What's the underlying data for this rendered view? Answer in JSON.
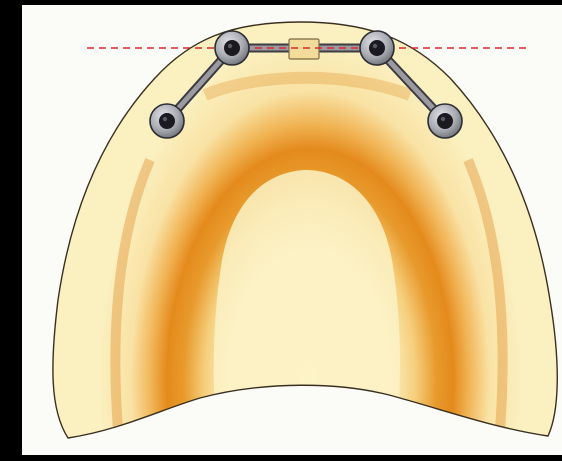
{
  "figure": {
    "colors": {
      "background": "#000000",
      "panel": "#fbfbf8",
      "palate_fill": "#fbf0c0",
      "palate_outline": "#3a3020",
      "ridge_orange": "#e48a1c",
      "ridge_light": "#f7e1a5",
      "bar_gray": "#8d8d93",
      "bar_dark": "#3c3c42",
      "implant_ring": "#a9abb2",
      "implant_core": "#1a1a1f",
      "clip_fill": "#f3dc99",
      "reference_line": "#d9282e"
    },
    "elements": {
      "palate": "edentulous-maxilla",
      "bar": "connecting-bar",
      "clip": "bar-clip",
      "implants": [
        "implant-1",
        "implant-2",
        "implant-3",
        "implant-4"
      ],
      "reference_line": "dashed-reference-line"
    }
  }
}
